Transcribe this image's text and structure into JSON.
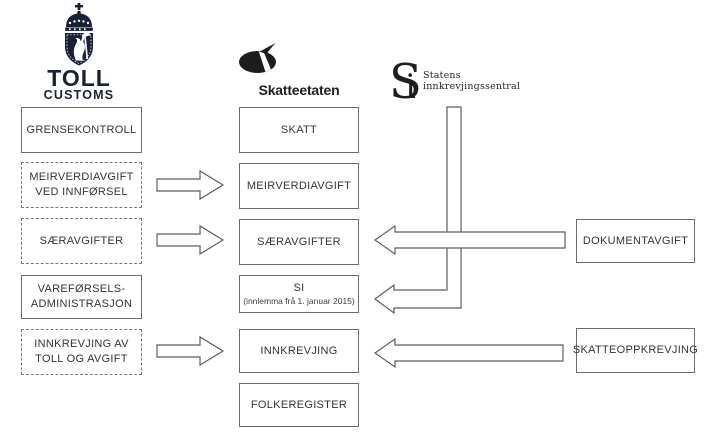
{
  "diagram": {
    "toll": {
      "name": "TOLL",
      "subname": "CUSTOMS"
    },
    "skatteetaten": {
      "name": "Skatteetaten"
    },
    "si": {
      "monogram_s": "S",
      "monogram_i": "i",
      "name_line1": "Statens",
      "name_line2": "innkrevjingssentral"
    },
    "left_boxes": [
      {
        "line1": "GRENSEKONTROLL"
      },
      {
        "line1": "MEIRVERDIAVGIFT",
        "line2": "VED INNFØRSEL"
      },
      {
        "line1": "SÆRAVGIFTER"
      },
      {
        "line1": "VAREFØRSELS-",
        "line2": "ADMINISTRASJON"
      },
      {
        "line1": "INNKREVJING AV",
        "line2": "TOLL OG AVGIFT"
      }
    ],
    "center_boxes": [
      {
        "line1": "SKATT"
      },
      {
        "line1": "MEIRVERDIAVGIFT"
      },
      {
        "line1": "SÆRAVGIFTER"
      },
      {
        "line1": "SI",
        "line2": "(innlemma frå 1. januar 2015)"
      },
      {
        "line1": "INNKREVJING"
      },
      {
        "line1": "FOLKEREGISTER"
      }
    ],
    "right_boxes": [
      {
        "line1": "DOKUMENTAVGIFT"
      },
      {
        "line1": "SKATTEOPPKREVJING"
      }
    ],
    "colors": {
      "background": "#ffffff",
      "toll_navy": "#1a2036",
      "logo_ink": "#1d1d1f",
      "box_border": "#6a6b6d",
      "connector_stroke": "#5c5d5f",
      "text": "#333435"
    }
  }
}
